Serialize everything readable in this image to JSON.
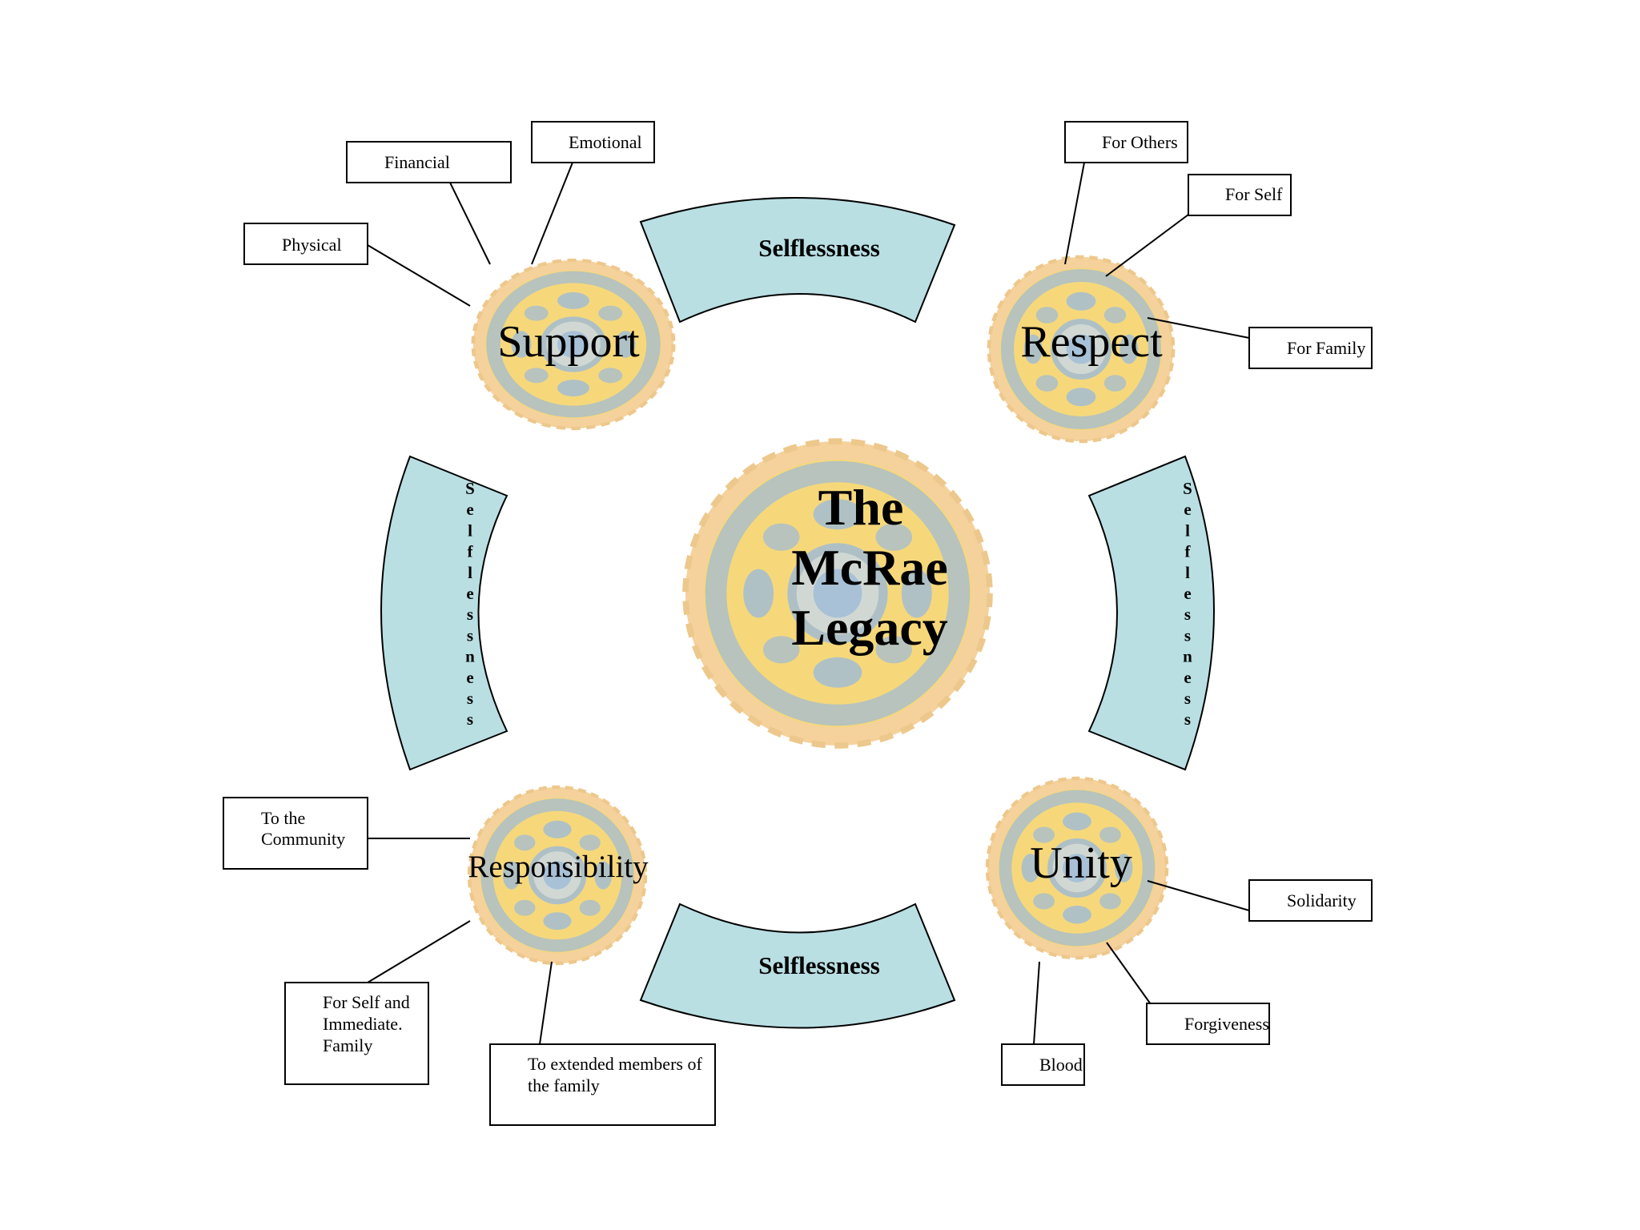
{
  "center": {
    "title_lines": [
      "The",
      "McRae",
      "Legacy"
    ]
  },
  "gears": {
    "support": "Support",
    "respect": "Respect",
    "responsibility": "Responsibility",
    "unity": "Unity"
  },
  "bands": {
    "top": "Selflessness",
    "bottom": "Selflessness",
    "left": "Selflessness",
    "right": "Selflessness"
  },
  "callouts": {
    "support": [
      "Physical",
      "Financial",
      "Emotional"
    ],
    "respect": [
      "For Others",
      "For Self",
      "For Family"
    ],
    "responsibility": [
      [
        "To the",
        "Community"
      ],
      [
        "For Self and",
        "Immediate.",
        "Family"
      ],
      [
        "To extended members of",
        "the family"
      ]
    ],
    "unity": [
      "Solidarity",
      "Forgiveness",
      "Blood"
    ]
  },
  "colors": {
    "band_fill": "#b9dfe3",
    "gear_yellow": "#f6dc6e",
    "gear_blue": "#9dbbd8",
    "gear_orange": "#f2c27c"
  }
}
